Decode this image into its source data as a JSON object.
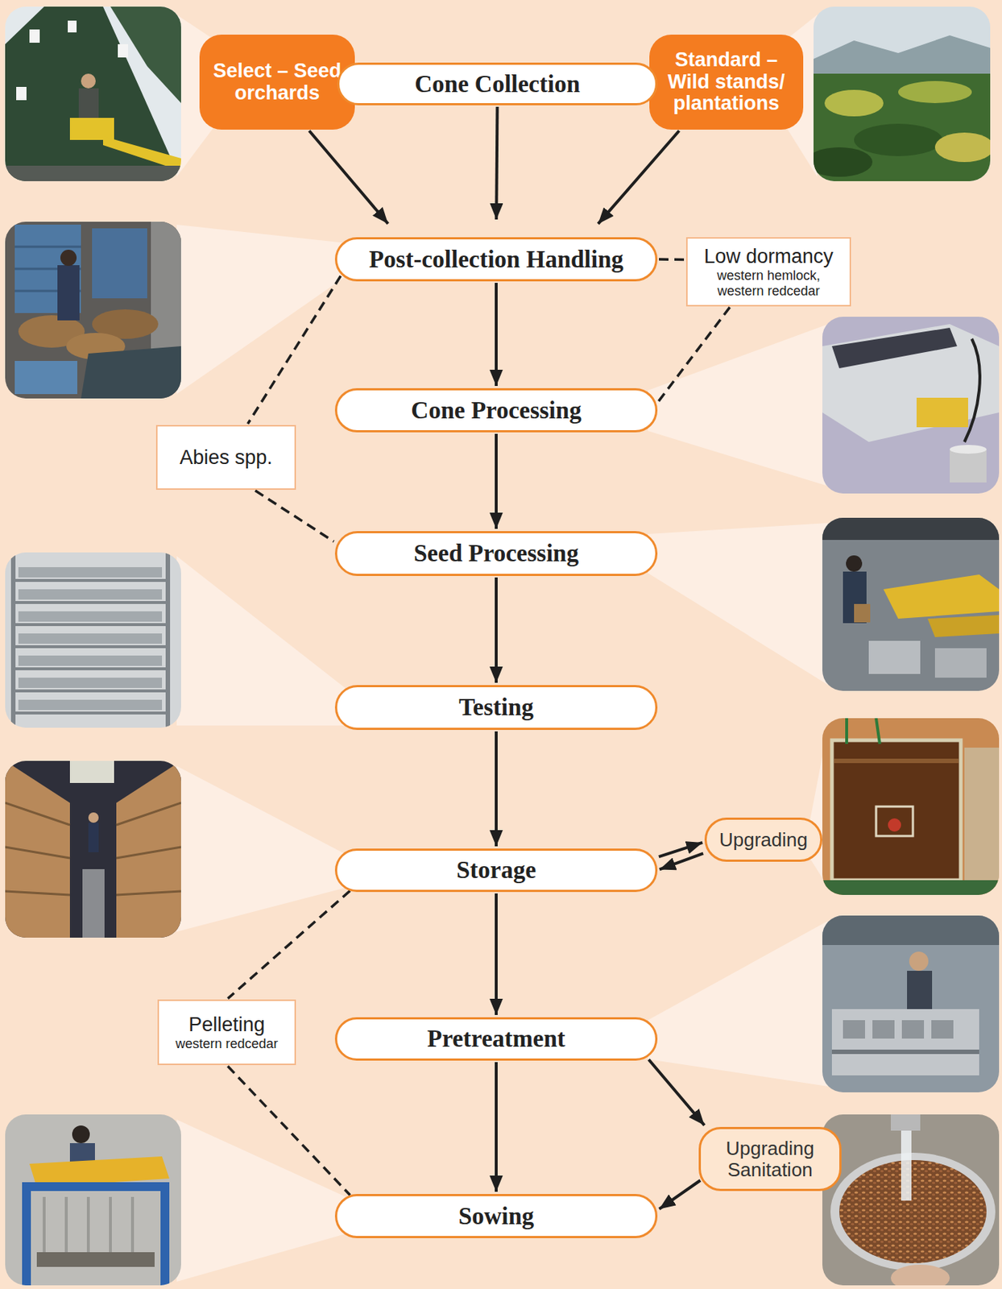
{
  "diagram": {
    "nodes": [
      {
        "text": [
          "Select – Seed orchards"
        ]
      },
      {
        "text": [
          "Cone Collection"
        ]
      },
      {
        "text": [
          "Standard – Wild stands/ plantations"
        ]
      },
      {
        "text": [
          "Post-collection Handling"
        ]
      },
      {
        "text": [
          "Low dormancy",
          "western hemlock, western redcedar"
        ]
      },
      {
        "text": [
          "Cone Processing"
        ]
      },
      {
        "text": [
          "Abies spp."
        ]
      },
      {
        "text": [
          "Seed Processing"
        ]
      },
      {
        "text": [
          "Testing"
        ]
      },
      {
        "text": [
          "Storage"
        ]
      },
      {
        "text": [
          "Upgrading"
        ]
      },
      {
        "text": [
          "Pelleting",
          "western redcedar"
        ]
      },
      {
        "text": [
          "Pretreatment"
        ]
      },
      {
        "text": [
          "Upgrading Sanitation"
        ]
      },
      {
        "text": [
          "Sowing"
        ]
      }
    ],
    "edges": [
      {
        "from": 0,
        "to": 3,
        "arrow": "to"
      },
      {
        "from": 1,
        "to": 3,
        "arrow": "to"
      },
      {
        "from": 2,
        "to": 3,
        "arrow": "to"
      },
      {
        "from": 3,
        "to": 4,
        "arrow": "none"
      },
      {
        "from": 4,
        "to": 5,
        "arrow": "none"
      },
      {
        "from": 3,
        "to": 5,
        "arrow": "to"
      },
      {
        "from": 3,
        "to": 6,
        "arrow": "none"
      },
      {
        "from": 6,
        "to": 7,
        "arrow": "none"
      },
      {
        "from": 5,
        "to": 7,
        "arrow": "to"
      },
      {
        "from": 7,
        "to": 8,
        "arrow": "to"
      },
      {
        "from": 8,
        "to": 9,
        "arrow": "to"
      },
      {
        "from": 9,
        "to": 10,
        "arrow": "to"
      },
      {
        "from": 10,
        "to": 9,
        "arrow": "to"
      },
      {
        "from": 9,
        "to": 11,
        "arrow": "none"
      },
      {
        "from": 11,
        "to": 14,
        "arrow": "none"
      },
      {
        "from": 9,
        "to": 12,
        "arrow": "to"
      },
      {
        "from": 12,
        "to": 13,
        "arrow": "to"
      },
      {
        "from": 13,
        "to": 14,
        "arrow": "to"
      },
      {
        "from": 12,
        "to": 14,
        "arrow": "to"
      }
    ]
  }
}
